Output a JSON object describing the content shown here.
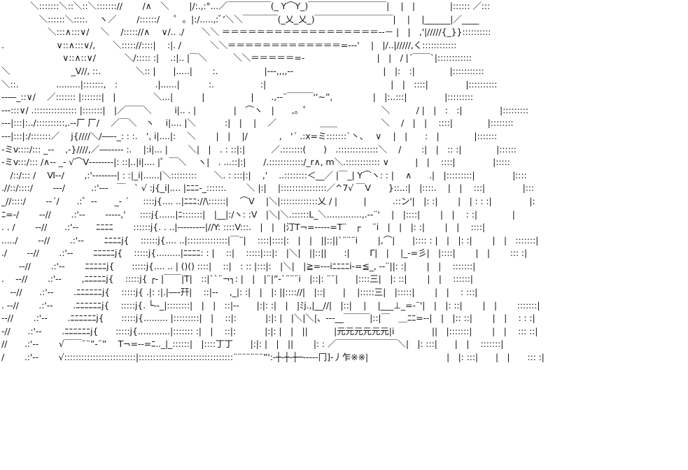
{
  "art": {
    "lines": [
      "　　　 ＼:::::::＼::＼::＼:::::::// 　　/∧　＼　　 |/:.,:°...／￣￣￣￣￣(_ Y⌒Y_)￣￣￣￣￣￣￣￣￣| 　|　|　　　　|:::::: ／:::",
      "　　　　 ＼::::::＼::::.　 ヽ／　　 /::::::/ 　 ゜。|:/.....,:ﾞ’＼＼￣￣￣￣(_乂_乂_)￣￣￣￣￣￣￣￣￣| 　|　 |______|／____",
      "　　　　　 ＼:::∧:::∨/　 ＼ 　/::::://∧ 　∨/.. ./　　＼＼ ＝＝＝＝＝＝＝＝＝＝＝＝＝＝＝＝＝＝--－ |　|　,'|/////{_}}::::::::::",
      ".　　　　　　∨::∧:::∨/,　　＼::::://::::| 　:|. /　　　 ＼＼＝＝＝＝＝＝＝＝＝＝＝＝＝=--‐'　 |　|/..|/////,く::::::::::::",
      "　　　　　　　∨::∧::∨/　　　 ＼/::::: :| 　.:|.. |￣＼　　　＼＼＝＝＝＝＝=-　　　　　　　　 |　|　/ |´￣￣`|::::::::::::",
      "＼　　　　　　　_V//, ::.　　　　＼:: |　　|.....| 　　:.　　　　　 |‐‐‐,,,,‐‐　　　　　　　　　　 |　|:　:|　　　　|:::::::::::",
      "＼::.　　　　 .........|:::::::,　:　　　　 .|......|　　　 :. 　　　　　:|　　　　　　　　　　　　　　 |　|　::::|　　　　 |::::::::::",
      "--―_::∨/ 　／::::::: |:::::::|　|　　　　 ＼...|　　　 |　　　　　 |　　.,-‐¨￣￣￣'‘~”, 　　　　 |　|:..:::|　　　　 |:::::::::",
      "---:::∨/ .::::::::::::::: |:::::::|　|／￣￣＼ 　　 i|.. . |　 　　　|　⌒ヽ　|　　,。゜　　　　　　　　＼　　　/ |　|　:　:|　　　　 |:::::::::",
      "---|:::|:../::::::::::,.-‐厂 厂/ 　／￣＼　ヽ　 i|.... |＼　　　 :|　|　 |　 ／　　　　　＿＿　　　　　＼ 　/　|　|　 ::::|　　　　|::::::::",
      "---|:::|:/:::::::／ 　j{////＼/―‐-_: : :.　', i|....|:　 ＼ 　　|　|　 |/ 　　　 ,　'´ .:x=ミ:::::::`丶、　 ∨　 |　|　　:　|　　　　|:::::::",
      "-ミv::::/::: _-‐　 ,-}////,／―‐‐‐‐‐ :. 　|:i|... |　　 ＼|　|　. : ::|:|　　　／.:::::::(　　)　.::::::::::::::＼ 　/ 　　:|　|　:: :|　　　　|::::::",
      "-ミv:::/::: /∧-‐ _- √⌒V‐‐‐‐‐‐‐‐|: ::|..|i|.... |゜￣＼　 ヽ|　. ...::|:|　　/.::::::::::::/_r∧, m＼.:::::::::::: ∨　　　|　|　 ::::|　　　　 |:::::",
      "　/::/::: /　 Ⅵ-‐/　　 ,:'‐‐‐‐‐‐‐‐| : :|_i|......|＼:::::::::　　＼. : :::|:|　 ,'　 ..::::::::＜__／ |￣_| Y⌒ヽ: : |　 ∧　　.|　|:::::::::|　　　　 |::::",
      ".//::/::::/ 　　---/　　　.:'‐‐-　￣　` √ :j{_i|.... |ﾆﾆﾆ-_::::::.　　 ＼ |:|　 |::::::::::::::::／^7√ ￣V　　}::..:|　|::::.　 |　|　 :::|　　　　 |:::",
      "_//::::/　　 --´/　　.:゛‐‐　　_‐ ´ 　 ::::j{.... ..|ﾆﾆﾆ://\\::::::|　 ⌒V　 |＼|:::::::::::::乂 / |　　　|　　　.::ン'|　|: :|　　 |　| : : :|　　　　 |:",
      "ﾆ=-/　　 --//　　 .:'‐‐　　 -‐‐‐-,' 　 ::::j{......|ﾆ:::::::|　|__|:/ヽ: :V　|＼|＼.::::::L_＼.............,.-‐¨'　 |　|::::|　　 |　|　 : :|　　　　|",
      ". . /　　 --//　　.:'‐‐　　ﾆﾆﾆﾆ　　 ::::::j{. . ..|‐‐‐‐‐‐‐‐‐|//Y: ::::V:::.　|　|　|汀T¬=‐‐‐‐‐=T¨　┌　 ¨i　|　|　|: :|　　 |　|　 ::::|",
      "...../　　 --//　　 .:'‐‐　　 ﾆﾆﾆﾆj{　 ::::::j{.... ..|::::::::::::::|￣¨|　 ::::|::::|:　|　|　||::||`¨¨¨i　　 |,⌒|　　|:::: : |　|　|: :|　　 |　|　:::::::|",
      "./　　 --//　　 .:'‐‐　　 ﾆﾆﾆﾆﾆj{　 :::::j{.........|ﾆﾆﾆﾆ: : |　 ::|　 :::::|:::|:　|＼|　||::||　　:|　　 Γ|　|　 |_-=彡|　|::::|　　 |　|　　 ::: :|",
      "　　--//　　 .:'‐‐　　 ﾆﾆﾆﾆﾆj{　　:::::j{.... .. | ()() ::::|　 ::|　: :: |:::|:　|＼|　|≧=‐‐‐iﾆﾆﾆﾆi‐=≦_, -‐¨||: :|　　 |　|　 :::::::|",
      ".　 --//　　 .:'‐‐　　 ,ﾆﾆﾆﾆﾆj{　 :::::j{ ┌‐ |￣￣|T|　::|``¨¬┐: |　|　|¨|”‐`¨¨¨i　|::|: ¨¨|　　|::::三|　|: ::|　　 |　|　 ::::::|",
      "　--//　　.:'‐‐　　 .ﾆﾆﾆﾆﾆﾆj{　 :::::j{ .|: :|.|―‐幵|　 ::|‐‐　 ,_|: :|　|　|: ||:::://|　|::|　　|　 |:::::三|　|:::::|　　 |　|　 : :::|",
      ". --//　　 .:'‐‐　　 .ﾆﾆﾆﾆﾆﾆj{　 :::::j{. └‐‐_|::::::::|　|　|　::|‐‐　　|:|: :|　|　|ﾐj.,|__//|　|::|　 |　 |___⊥_=‐¨'|　|　|: ::|　　 |　|　　 :::::::|",
      "--//　　 .:'‐‐　　 .ﾆﾆﾆﾆﾆﾆj{　　:::::j{......... |:::::::::|　|　 ::|:　　　 |:|: |　|＼|＼|、‐‐‐__￣￣￣|::|￣　＿ﾆﾆ=‐‐|　|　|:: ::|　　 |　|　 : : :|",
      "-//　　.:'‐‐　　 .ﾆﾆﾆﾆﾆﾆj{　　:::::j{............|::::::: :|　|　 ::|:　　　 |:|: |　|　||　　　|元元元元元元|i　　　　 ||　|:::::::|　　 |　|　 ::: ::|",
      "//　　.:'‐‐　　 √￣￣¨¨”‐¨”　 T¬=‐‐=ﾆ.._|_::::::|　|::::丁丁　　|:|: |　|　||　　 |: : ／￣￣￣￣￣￣￣＼|　|: :::|　　|　|　 :::::::|",
      "/　　 .:'‐‐　　 √:::::::::::::::::::::::::|:::::::::::::::::::::::::::::::::¨¨¨¨¨¨¨”':‐┼‐┼‐┼─‐‐‐‐‐冂]-丿乍※※|　　　　　　　　　|　|: :::|　　|　|　　::: :|"
    ]
  }
}
